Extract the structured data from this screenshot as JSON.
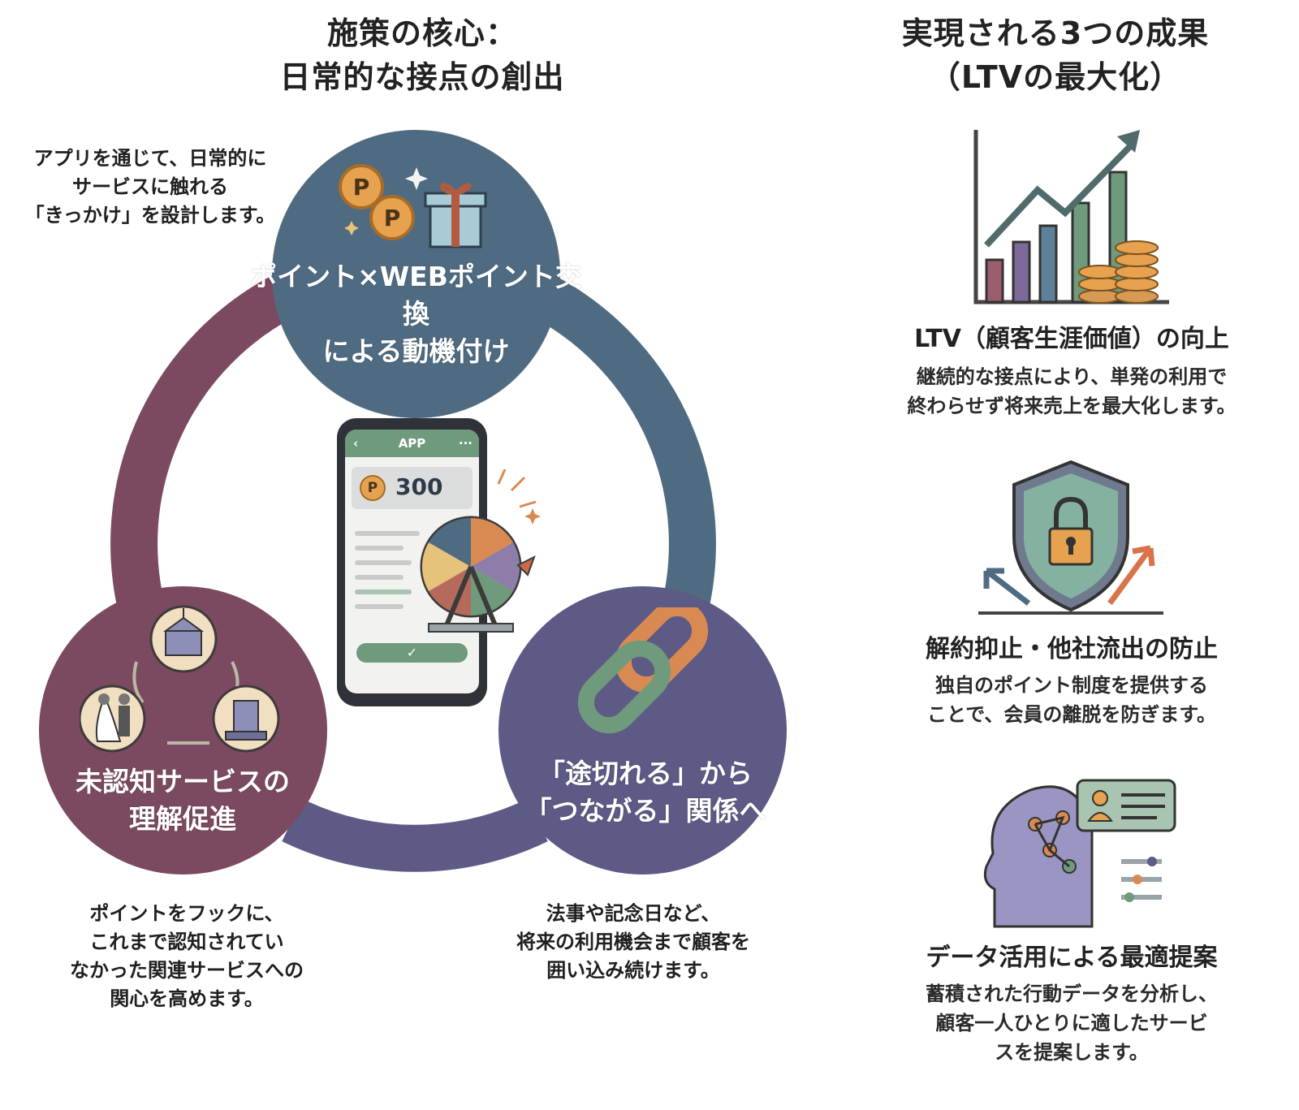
{
  "left_section": {
    "title": "施策の核心：\n日常的な接点の創出",
    "notes": {
      "top_left": "アプリを通じて、日常的に\nサービスに触れる\n「きっかけ」を設計します。",
      "bottom_left": "ポイントをフックに、\nこれまで認知されてい\nなかった関連サービスへの\n関心を高めます。",
      "bottom_right": "法事や記念日など、\n将来の利用機会まで顧客を\n囲い込み続けます。"
    },
    "circles": {
      "top": {
        "label": "ポイント×WEBポイント交換\nによる動機付け",
        "color": "#4f6b82"
      },
      "left": {
        "label": "未認知サービスの\n理解促進",
        "color": "#7b4a60"
      },
      "right": {
        "label": "「途切れる」から\n「つながる」関係へ",
        "color": "#5d5a86"
      }
    },
    "ring_colors": {
      "left_arc": "#7b4a60",
      "right_arc": "#4f6b82",
      "bottom_arc": "#5d5a86"
    },
    "phone": {
      "header": "APP",
      "points": "300",
      "accent": "#6f9a7b"
    }
  },
  "right_section": {
    "title": "実現される3つの成果\n（LTVの最大化）",
    "results": [
      {
        "icon": "growth-chart-icon",
        "title": "LTV（顧客生涯価値）の向上",
        "description": "継続的な接点により、単発の利用で\n終わらせず将来売上を最大化します。"
      },
      {
        "icon": "security-shield-icon",
        "title": "解約抑止・他社流出の防止",
        "description": "独自のポイント制度を提供する\nことで、会員の離脱を防ぎます。"
      },
      {
        "icon": "ai-data-head-icon",
        "title": "データ活用による最適提案",
        "description": "蓄積された行動データを分析し、\n顧客一人ひとりに適したサービ\nスを提案します。"
      }
    ]
  }
}
